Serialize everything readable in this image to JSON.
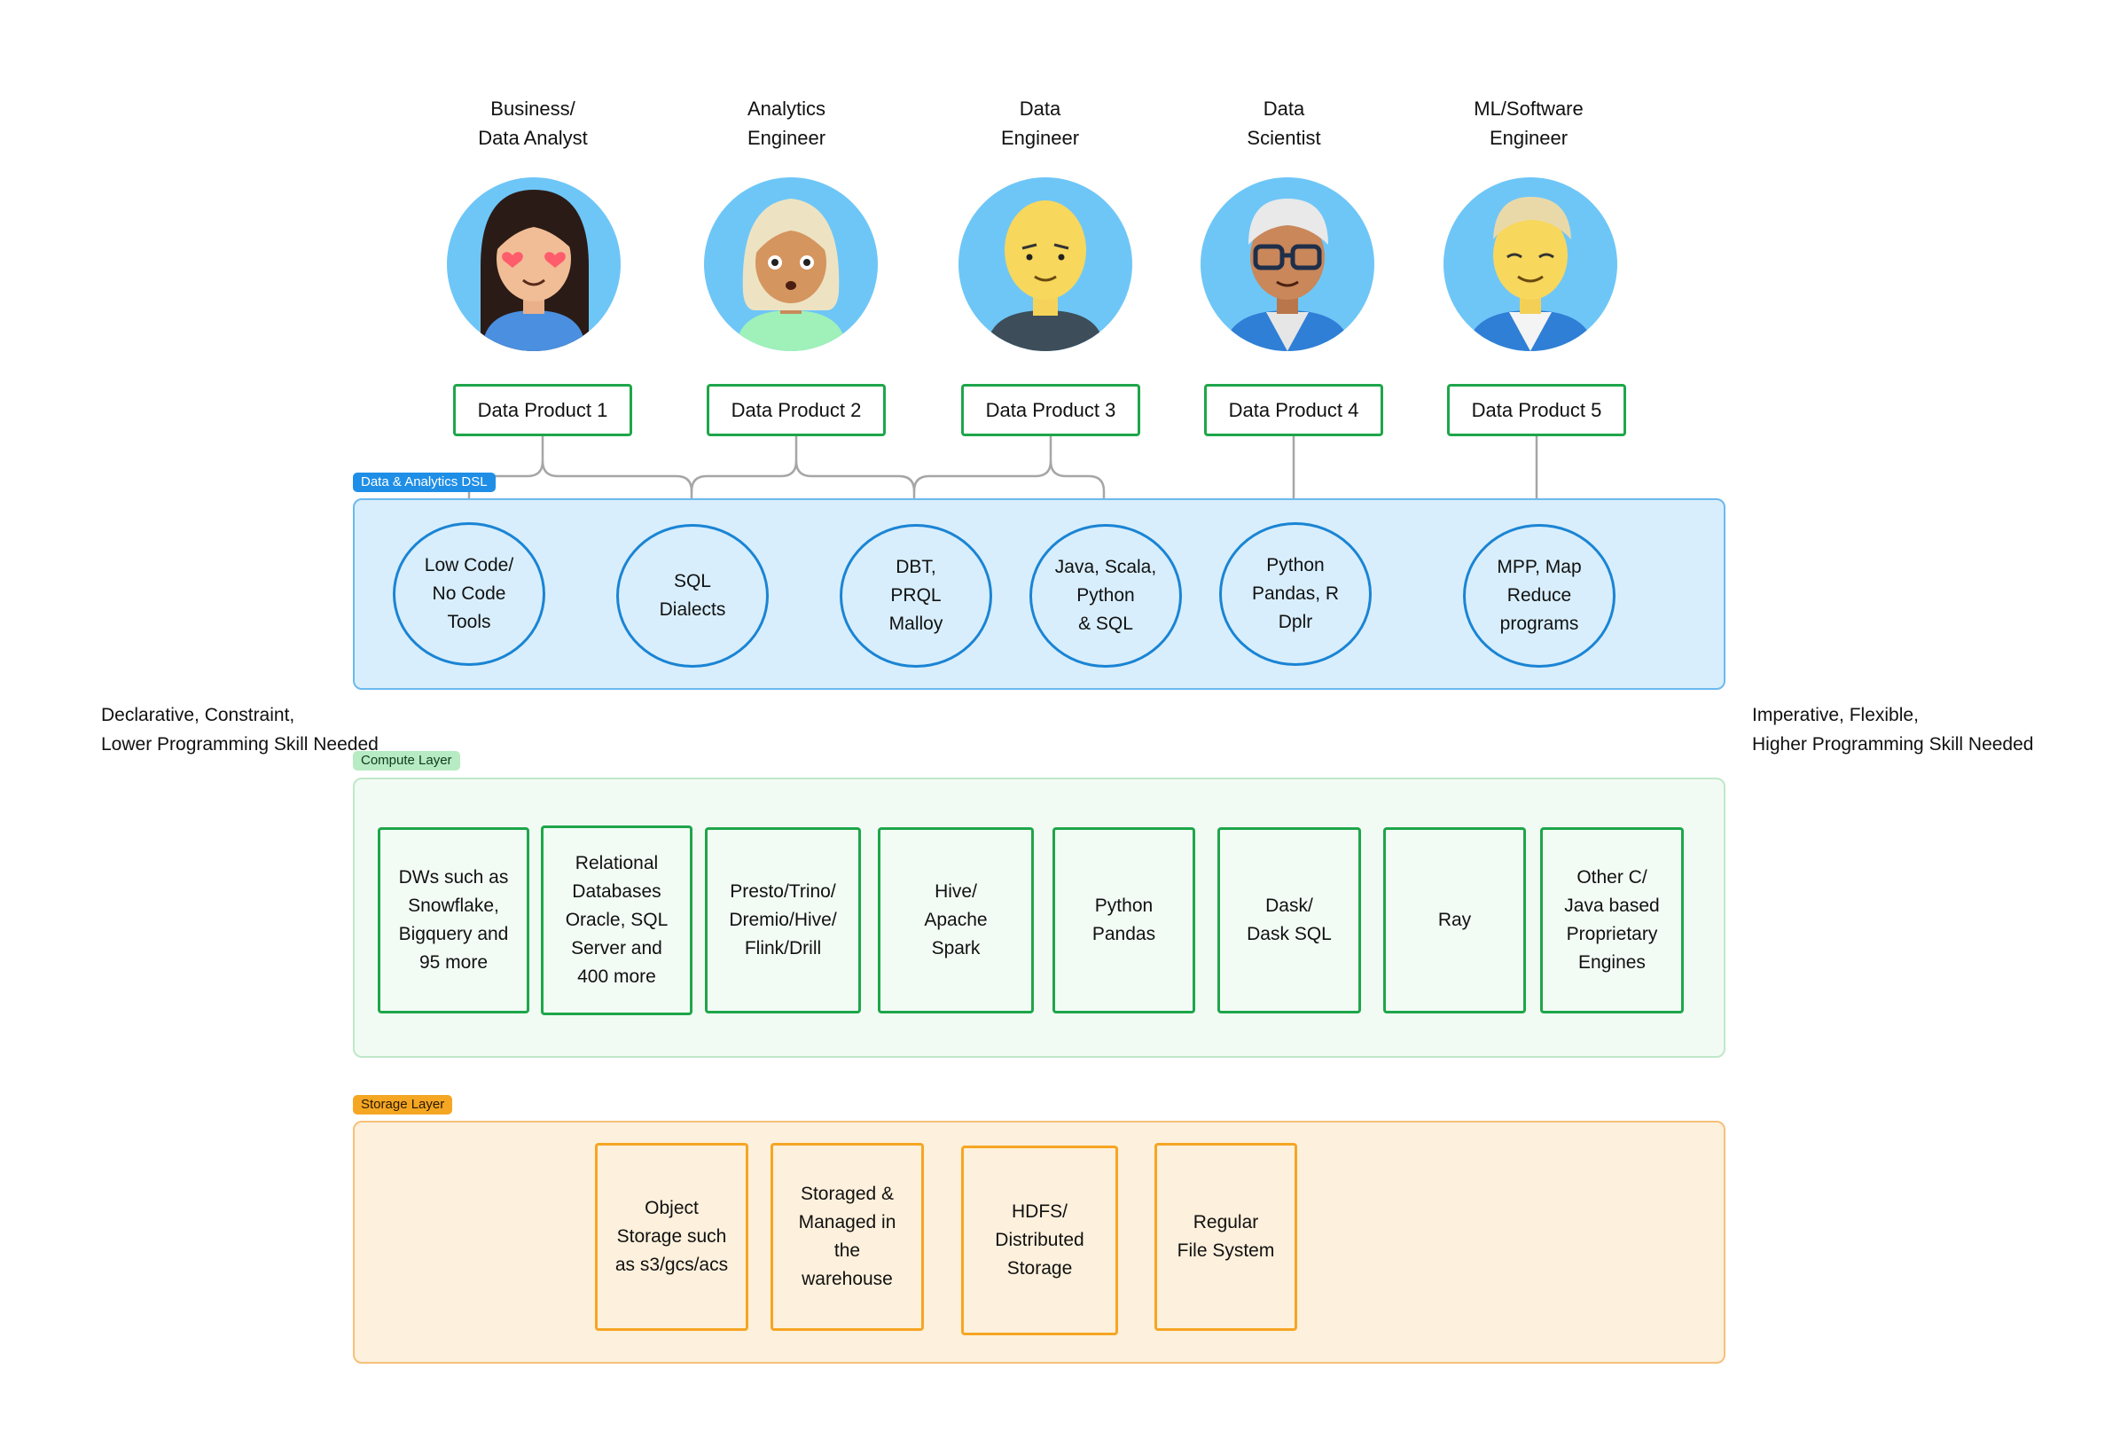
{
  "personas": [
    {
      "label": "Business/\nData Analyst",
      "icon": "business-analyst-avatar-icon"
    },
    {
      "label": "Analytics\nEngineer",
      "icon": "analytics-engineer-avatar-icon"
    },
    {
      "label": "Data\nEngineer",
      "icon": "data-engineer-avatar-icon"
    },
    {
      "label": "Data\nScientist",
      "icon": "data-scientist-avatar-icon"
    },
    {
      "label": "ML/Software\nEngineer",
      "icon": "ml-software-engineer-avatar-icon"
    }
  ],
  "data_products": [
    "Data Product 1",
    "Data Product 2",
    "Data Product 3",
    "Data Product 4",
    "Data Product 5"
  ],
  "layers": {
    "dsl": {
      "tag": "Data & Analytics DSL",
      "nodes": [
        "Low Code/\nNo Code\nTools",
        "SQL\nDialects",
        "DBT,\nPRQL\nMalloy",
        "Java, Scala,\nPython\n& SQL",
        "Python\nPandas, R\nDplr",
        "MPP, Map\nReduce\nprograms"
      ]
    },
    "compute": {
      "tag": "Compute Layer",
      "engines": [
        "DWs such as\nSnowflake,\nBigquery and\n95 more",
        "Relational\nDatabases\nOracle, SQL\nServer and\n400  more",
        "Presto/Trino/\nDremio/Hive/\nFlink/Drill",
        "Hive/\nApache\nSpark",
        "Python\nPandas",
        "Dask/\nDask SQL",
        "Ray",
        "Other C/\nJava based\nProprietary\nEngines"
      ]
    },
    "storage": {
      "tag": "Storage Layer",
      "systems": [
        "Object\nStorage such\nas s3/gcs/acs",
        "Storaged &\nManaged in\nthe\nwarehouse",
        "HDFS/\nDistributed\nStorage",
        "Regular\nFile System"
      ]
    }
  },
  "notes": {
    "left": "Declarative, Constraint,\nLower Programming Skill Needed",
    "right": "Imperative, Flexible,\nHigher Programming Skill Needed"
  },
  "colors": {
    "product_border": "#1ea64a",
    "dsl_accent": "#1a84d4",
    "connector": "#a6a6a6",
    "storage_accent": "#f5a623",
    "avatar_bg": "#6ec6f7"
  },
  "connections": [
    {
      "from": "Data Product 1",
      "to": [
        "Low Code/\nNo Code\nTools",
        "SQL\nDialects"
      ]
    },
    {
      "from": "Data Product 2",
      "to": [
        "SQL\nDialects",
        "DBT,\nPRQL\nMalloy"
      ]
    },
    {
      "from": "Data Product 3",
      "to": [
        "DBT,\nPRQL\nMalloy",
        "Java, Scala,\nPython\n& SQL"
      ]
    },
    {
      "from": "Data Product 4",
      "to": [
        "Python\nPandas, R\nDplr"
      ]
    },
    {
      "from": "Data Product 5",
      "to": [
        "MPP, Map\nReduce\nprograms"
      ]
    }
  ]
}
